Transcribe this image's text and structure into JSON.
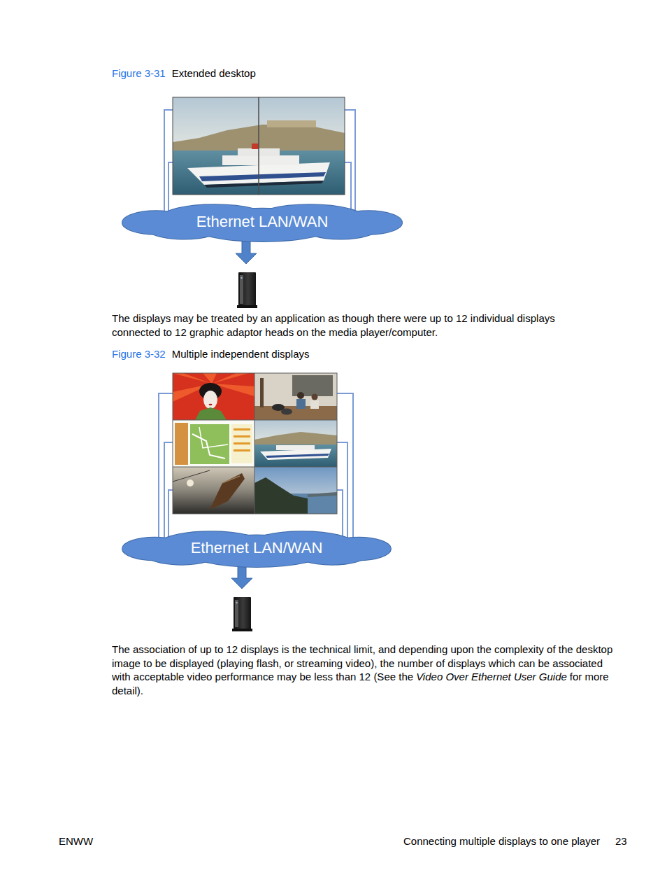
{
  "diagram": {
    "nodes": [
      {
        "text": [
          "Ethernet LAN/WAN"
        ]
      },
      {
        "text": [
          "Ethernet LAN/WAN"
        ]
      }
    ],
    "labels": [
      "Figure 3-31",
      "Extended desktop",
      "The displays may be treated by an application as though there were up to 12 individual displays connected to 12 graphic adaptor heads on the media player/computer.",
      "Figure 3-32",
      "Multiple independent displays",
      "The association of up to 12 displays is the technical limit, and depending upon the complexity of the desktop image to be displayed (playing flash, or streaming video), the number of displays which can be associated with acceptable video performance may be less than 12 (See the",
      "Video Over Ethernet User Guide",
      "for more detail).",
      "ENWW",
      "Connecting multiple displays to one player",
      "23"
    ]
  }
}
